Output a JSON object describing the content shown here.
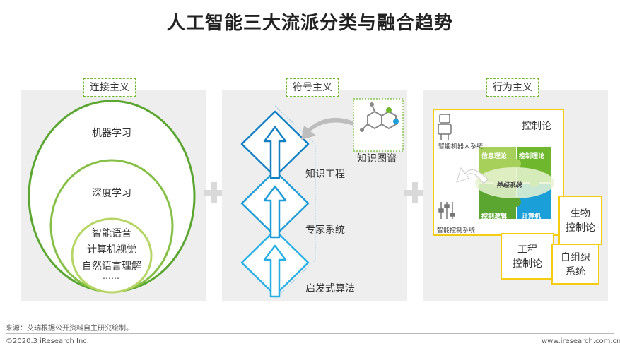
{
  "title": "人工智能三大流派分类与融合趋势",
  "connectionism": {
    "label": "连接主义",
    "ring1": "机器学习",
    "ring2": "深度学习",
    "inner": [
      "智能语音",
      "计算机视觉",
      "自然语言理解",
      "……"
    ]
  },
  "symbolism": {
    "label": "符号主义",
    "knowledge_graph": "知识图谱",
    "levels": [
      "知识工程",
      "专家系统",
      "启发式算法"
    ]
  },
  "behaviorism": {
    "label": "行为主义",
    "control_theory": "控制论",
    "robot_system": "智能机器人系统",
    "control_system": "智能控制系统",
    "puzzle": [
      "信息理论",
      "控制理论",
      "控制逻辑",
      "计算机"
    ],
    "center": "神经系统",
    "boxes": [
      [
        "生物",
        "控制论"
      ],
      [
        "工程",
        "控制论"
      ],
      [
        "自组织",
        "系统"
      ]
    ]
  },
  "colors": {
    "green": "#6fb82e",
    "light_green": "#a6d05a",
    "yellow": "#f5cc10",
    "blue": "#1a9fd8"
  },
  "footer": {
    "source": "来源：艾瑞根据公开资料自主研究绘制。",
    "copyright": "©2020.3 iResearch Inc.",
    "url": "www.iresearch.com.cn"
  }
}
